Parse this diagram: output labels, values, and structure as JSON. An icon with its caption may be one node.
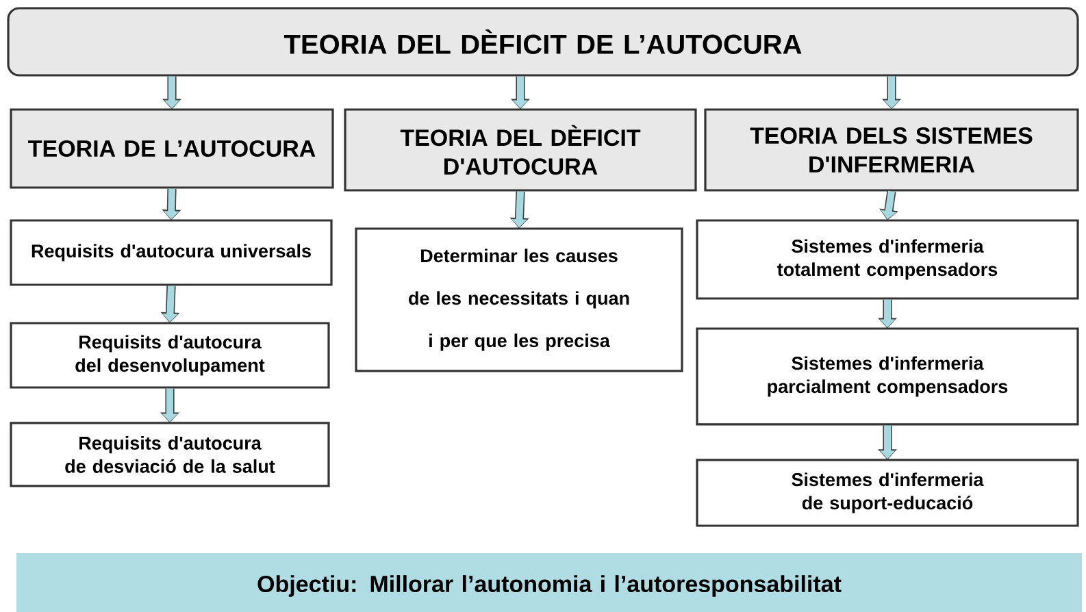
{
  "diagram": {
    "nodes": [
      {
        "text": [
          "TEORIA DEL DÈFICIT DE L’AUTOCURA"
        ]
      },
      {
        "text": [
          "TEORIA DE L’AUTOCURA"
        ]
      },
      {
        "text": [
          "TEORIA DEL DÈFICIT D'AUTOCURA"
        ]
      },
      {
        "text": [
          "TEORIA DELS SISTEMES D'INFERMERIA"
        ]
      },
      {
        "text": [
          "Requisits d'autocura universals"
        ]
      },
      {
        "text": [
          "Requisits d'autocura del desenvolupament"
        ]
      },
      {
        "text": [
          "Requisits d'autocura de desviació de la salut"
        ]
      },
      {
        "text": [
          "Determinar les causes de les necessitats i quan i per que les precisa"
        ]
      },
      {
        "text": [
          "Sistemes d'infermeria totalment compensadors"
        ]
      },
      {
        "text": [
          "Sistemes d'infermeria parcialment compensadors"
        ]
      },
      {
        "text": [
          "Sistemes d'infermeria de suport-educació"
        ]
      },
      {
        "text": [
          "Objectiu: Millorar l’autonomia i l’autoresponsabilitat"
        ]
      }
    ],
    "edges": [
      {
        "from": 0,
        "to": 1,
        "arrow": "to"
      },
      {
        "from": 0,
        "to": 2,
        "arrow": "to"
      },
      {
        "from": 0,
        "to": 3,
        "arrow": "to"
      },
      {
        "from": 1,
        "to": 4,
        "arrow": "to"
      },
      {
        "from": 4,
        "to": 5,
        "arrow": "to"
      },
      {
        "from": 5,
        "to": 6,
        "arrow": "to"
      },
      {
        "from": 2,
        "to": 7,
        "arrow": "to"
      },
      {
        "from": 3,
        "to": 8,
        "arrow": "to"
      },
      {
        "from": 8,
        "to": 9,
        "arrow": "to"
      },
      {
        "from": 9,
        "to": 10,
        "arrow": "to"
      }
    ]
  }
}
